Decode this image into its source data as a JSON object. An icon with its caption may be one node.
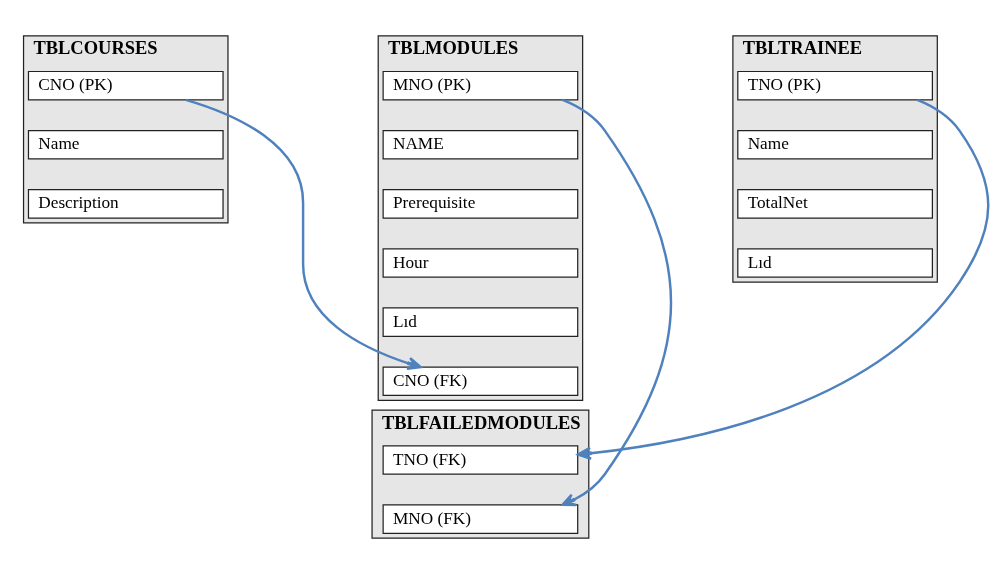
{
  "diagram": {
    "nodes": [
      {
        "text": [
          "TBLCOURSES"
        ]
      },
      {
        "text": [
          "CNO (PK)"
        ],
        "in": 0
      },
      {
        "text": [
          "Name"
        ],
        "in": 0
      },
      {
        "text": [
          "Description"
        ],
        "in": 0
      },
      {
        "text": [
          "TBLMODULES"
        ]
      },
      {
        "text": [
          "MNO (PK)"
        ],
        "in": 4
      },
      {
        "text": [
          "NAME"
        ],
        "in": 4
      },
      {
        "text": [
          "Prerequisite"
        ],
        "in": 4
      },
      {
        "text": [
          "Hour"
        ],
        "in": 4
      },
      {
        "text": [
          "Lıd"
        ],
        "in": 4
      },
      {
        "text": [
          "CNO (FK)"
        ],
        "in": 4
      },
      {
        "text": [
          "TBLTRAINEE"
        ]
      },
      {
        "text": [
          "TNO (PK)"
        ],
        "in": 11
      },
      {
        "text": [
          "Name"
        ],
        "in": 11
      },
      {
        "text": [
          "TotalNet"
        ],
        "in": 11
      },
      {
        "text": [
          "Lıd"
        ],
        "in": 11
      },
      {
        "text": [
          "TBLFAILEDMODULES"
        ]
      },
      {
        "text": [
          "TNO (FK)"
        ],
        "in": 16
      },
      {
        "text": [
          "MNO (FK)"
        ],
        "in": 16
      }
    ],
    "edges": [
      {
        "from": 1,
        "to": 10,
        "arrow": "to"
      },
      {
        "from": 5,
        "to": 18,
        "arrow": "to"
      },
      {
        "from": 12,
        "to": 17,
        "arrow": "to"
      }
    ]
  }
}
